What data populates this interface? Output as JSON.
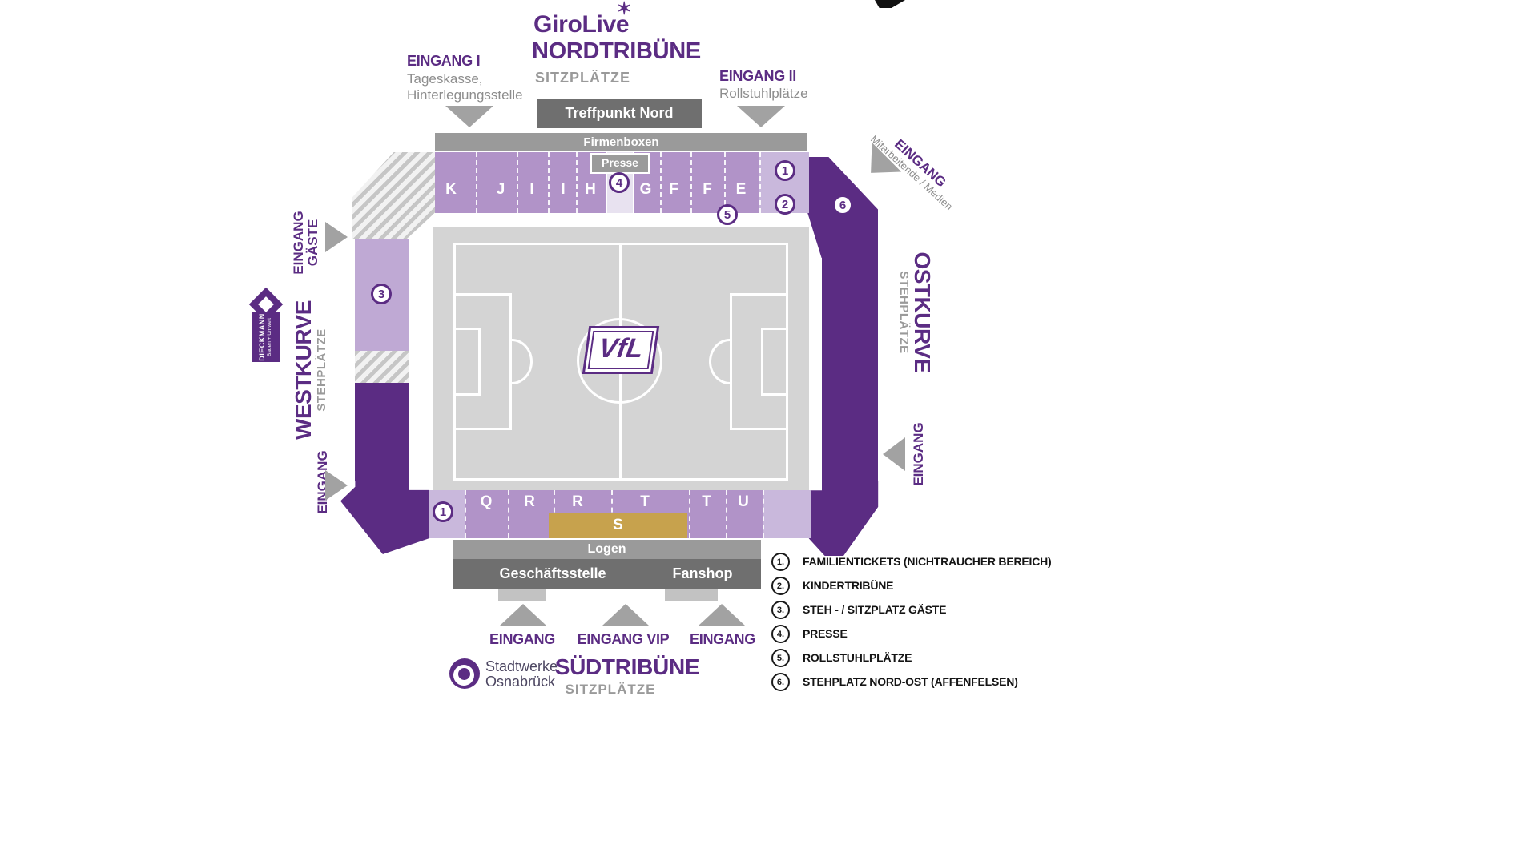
{
  "colors": {
    "purple_dark": "#5b2c83",
    "purple_light": "#b193c8",
    "purple_lighter": "#c9b8dc",
    "bar_gray": "#9a9a9a",
    "bar_dark_gray": "#6f6f6f",
    "gold": "#c7a24d",
    "pitch_gray": "#d4d4d4",
    "arrow_gray": "#a2a2a2",
    "label_gray": "#8d8d8d"
  },
  "north": {
    "brand": "GiroLive",
    "brand_star": "✶",
    "title": "NORDTRIBÜNE",
    "subtitle": "SITZPLÄTZE",
    "treffpunkt_label": "Treffpunkt Nord",
    "firmenboxen_label": "Firmenboxen",
    "presse_label": "Presse",
    "sections": [
      "K",
      "J",
      "I",
      "I",
      "H",
      "G",
      "F",
      "F",
      "E"
    ],
    "badges": {
      "b1": "1",
      "b2": "2",
      "b4": "4",
      "b5": "5"
    }
  },
  "east": {
    "title": "OSTKURVE",
    "subtitle": "STEHPLÄTZE",
    "entrance": "EINGANG",
    "badge6": "6"
  },
  "west": {
    "title": "WESTKURVE",
    "subtitle": "STEHPLÄTZE",
    "entrance": "EINGANG",
    "badge3": "3",
    "sponsor_name": "DIECKMANN",
    "sponsor_tagline": "Bauen + Umwelt"
  },
  "south": {
    "title": "SÜDTRIBÜNE",
    "subtitle": "SITZPLÄTZE",
    "logen_label": "Logen",
    "geschaeftsstelle_label": "Geschäftsstelle",
    "fanshop_label": "Fanshop",
    "sections": [
      "Q",
      "R",
      "R",
      "T",
      "T",
      "U"
    ],
    "section_s": "S",
    "badge1": "1",
    "entrance_left": "EINGANG",
    "entrance_vip": "EINGANG VIP",
    "entrance_right": "EINGANG",
    "sponsor_line1": "Stadtwerke",
    "sponsor_line2": "Osnabrück"
  },
  "entrances": {
    "e1_title": "EINGANG I",
    "e1_line1": "Tageskasse,",
    "e1_line2": "Hinterlegungsstelle",
    "e2_title": "EINGANG II",
    "e2_line1": "Rollstuhlplätze",
    "staff_title": "EINGANG",
    "staff_line1": "Mitarbeitende / Medien",
    "guests_line1": "EINGANG",
    "guests_line2": "GÄSTE"
  },
  "pitch": {
    "club": "VfL"
  },
  "legend": {
    "items": [
      {
        "num": "1.",
        "label": "FAMILIENTICKETS (NICHTRAUCHER BEREICH)"
      },
      {
        "num": "2.",
        "label": "KINDERTRIBÜNE"
      },
      {
        "num": "3.",
        "label": "STEH - / SITZPLATZ GÄSTE"
      },
      {
        "num": "4.",
        "label": "PRESSE"
      },
      {
        "num": "5.",
        "label": "ROLLSTUHLPLÄTZE"
      },
      {
        "num": "6.",
        "label": "STEHPLATZ NORD-OST (AFFENFELSEN)"
      }
    ]
  }
}
